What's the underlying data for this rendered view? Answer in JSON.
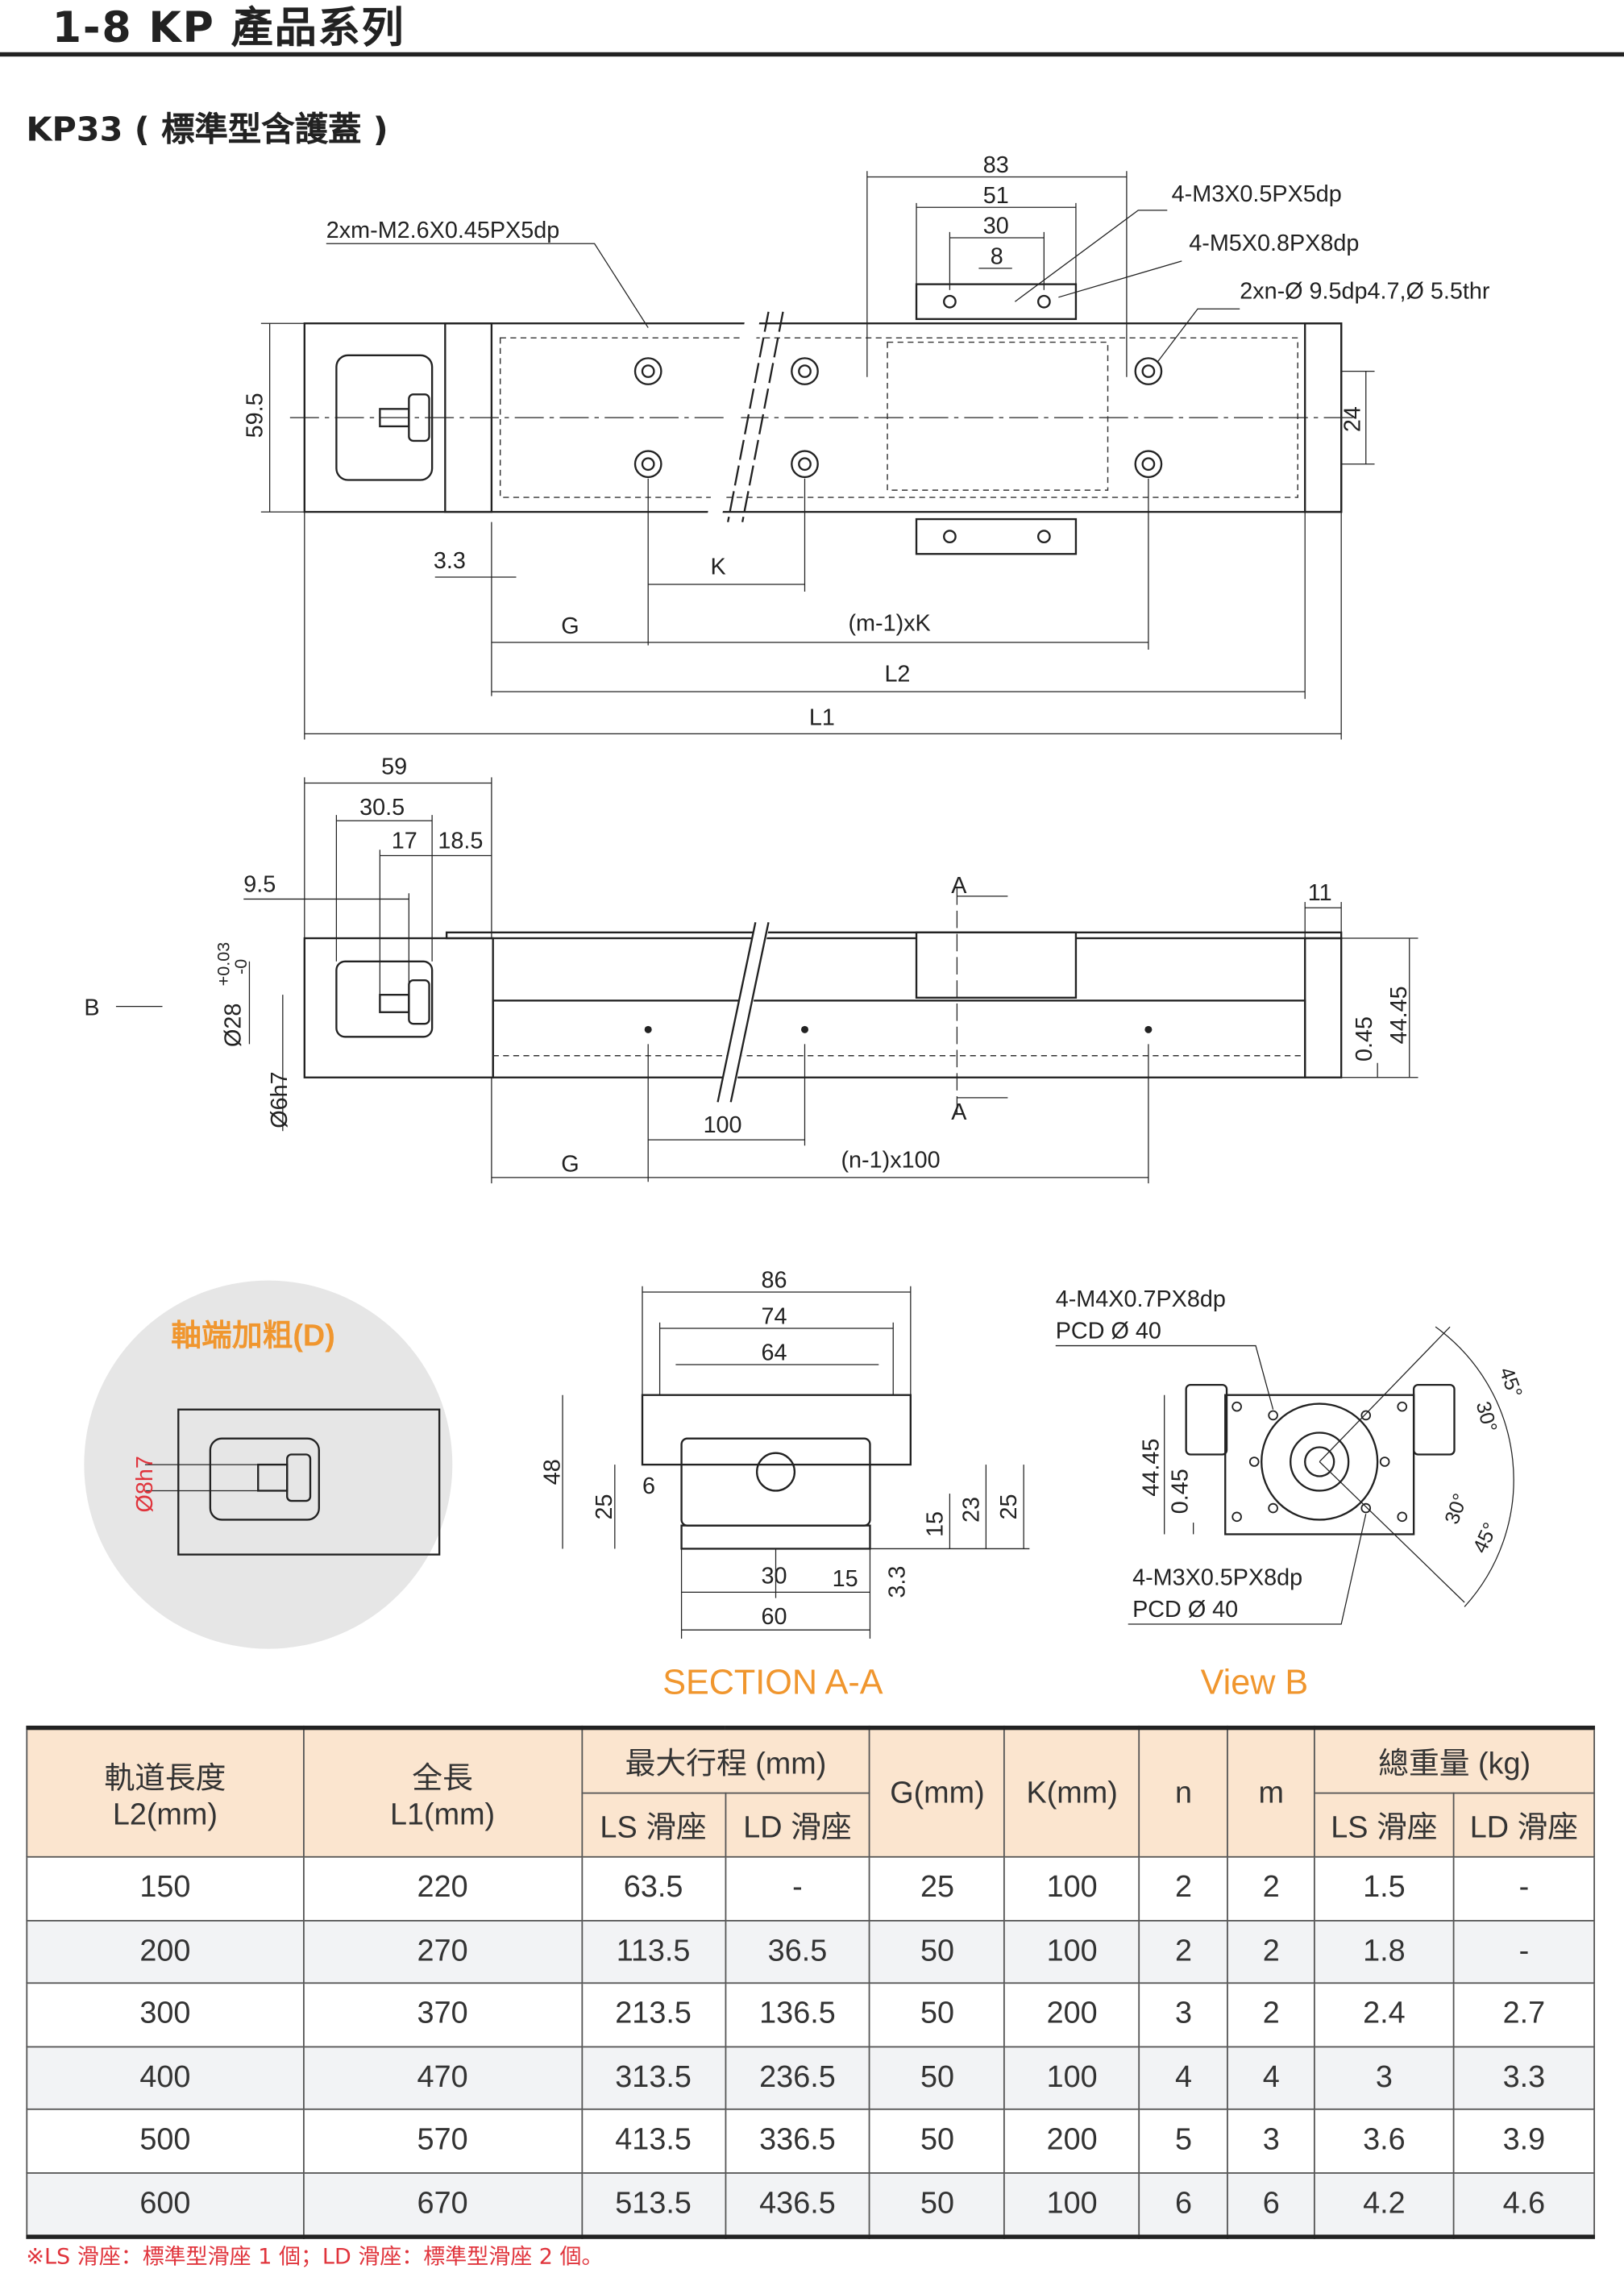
{
  "header": {
    "title": "1-8 KP 產品系列",
    "subtitle": "KP33 ( 標準型含護蓋 )"
  },
  "top_view": {
    "dims": {
      "d83": "83",
      "d51": "51",
      "d30": "30",
      "d8": "8",
      "h59_5": "59.5",
      "h24": "24",
      "d3_3": "3.3",
      "K": "K",
      "G": "G",
      "mK": "(m-1)xK",
      "L2": "L2",
      "L1": "L1"
    },
    "callouts": {
      "tap_rail": "2xm-M2.6X0.45PX5dp",
      "tap_m3": "4-M3X0.5PX5dp",
      "tap_m5": "4-M5X0.8PX8dp",
      "cbore": "2xn-Ø 9.5dp4.7,Ø 5.5thr"
    }
  },
  "side_view": {
    "dims": {
      "d59": "59",
      "d30_5": "30.5",
      "d17": "17",
      "d18_5": "18.5",
      "d9_5": "9.5",
      "d11": "11",
      "d28": "Ø28",
      "tol_up": "+0.03",
      "tol_lo": "-0",
      "d6": "Ø6h7",
      "d0_45": "0.45",
      "d44_45": "44.45",
      "d100": "100",
      "G": "G",
      "n100": "(n-1)x100",
      "A_top": "A",
      "A_bot": "A",
      "B": "B"
    }
  },
  "inset": {
    "title": "軸端加粗(D)",
    "dim": "Ø8h7",
    "title_color": "#f0962e",
    "dim_color": "#e0343c"
  },
  "section": {
    "title": "SECTION A-A",
    "dims": {
      "d86": "86",
      "d74": "74",
      "d64": "64",
      "d48": "48",
      "d25": "25",
      "d6": "6",
      "d15": "15",
      "d23": "23",
      "d25b": "25",
      "d30": "30",
      "d15b": "15",
      "d3_3": "3.3",
      "d60": "60"
    }
  },
  "view_b": {
    "title": "View B",
    "callout_top": [
      "4-M4X0.7PX8dp",
      "PCD Ø 40"
    ],
    "callout_bot": [
      "4-M3X0.5PX8dp",
      "PCD Ø 40"
    ],
    "dims": {
      "d44_45": "44.45",
      "d0_45": "0.45",
      "a45a": "45°",
      "a30a": "30°",
      "a30b": "30°",
      "a45b": "45°"
    }
  },
  "table": {
    "headers": {
      "l2": [
        "軌道長度",
        "L2(mm)"
      ],
      "l1": [
        "全長",
        "L1(mm)"
      ],
      "stroke": "最大行程 (mm)",
      "g": "G(mm)",
      "k": "K(mm)",
      "n": "n",
      "m": "m",
      "weight": "總重量 (kg)",
      "ls": "LS 滑座",
      "ld": "LD 滑座"
    },
    "rows": [
      [
        "150",
        "220",
        "63.5",
        "-",
        "25",
        "100",
        "2",
        "2",
        "1.5",
        "-"
      ],
      [
        "200",
        "270",
        "113.5",
        "36.5",
        "50",
        "100",
        "2",
        "2",
        "1.8",
        "-"
      ],
      [
        "300",
        "370",
        "213.5",
        "136.5",
        "50",
        "200",
        "3",
        "2",
        "2.4",
        "2.7"
      ],
      [
        "400",
        "470",
        "313.5",
        "236.5",
        "50",
        "100",
        "4",
        "4",
        "3",
        "3.3"
      ],
      [
        "500",
        "570",
        "413.5",
        "336.5",
        "50",
        "200",
        "5",
        "3",
        "3.6",
        "3.9"
      ],
      [
        "600",
        "670",
        "513.5",
        "436.5",
        "50",
        "100",
        "6",
        "6",
        "4.2",
        "4.6"
      ]
    ]
  },
  "note": "※LS 滑座：標準型滑座 1 個；LD 滑座：標準型滑座 2 個。",
  "colors": {
    "header_bg": "#fbe5cf",
    "accent": "#f0962e",
    "red": "#e0343c"
  }
}
